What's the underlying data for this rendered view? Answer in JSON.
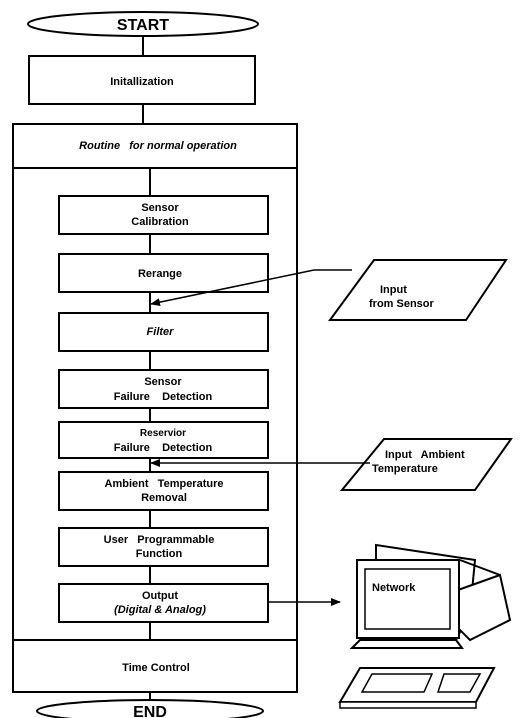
{
  "start": "START",
  "end": "END",
  "init": "Initallization",
  "routine": "Routine   for normal operation",
  "steps": {
    "calibration": [
      "Sensor",
      "Calibration"
    ],
    "rerange": "Rerange",
    "filter": "Filter",
    "sensor_failure": [
      "Sensor",
      "Failure    Detection"
    ],
    "reservoir_failure": [
      "Reservior",
      "Failure    Detection"
    ],
    "ambient": [
      "Ambient   Temperature",
      "Removal"
    ],
    "user_fn": [
      "User   Programmable",
      "Function"
    ],
    "output": [
      "Output",
      "(Digital & Analog)"
    ]
  },
  "time_control": "Time Control",
  "inputs": {
    "sensor": [
      "Input",
      "from Sensor"
    ],
    "ambient": [
      "Input   Ambient",
      "Temperature"
    ]
  },
  "network": "Network"
}
